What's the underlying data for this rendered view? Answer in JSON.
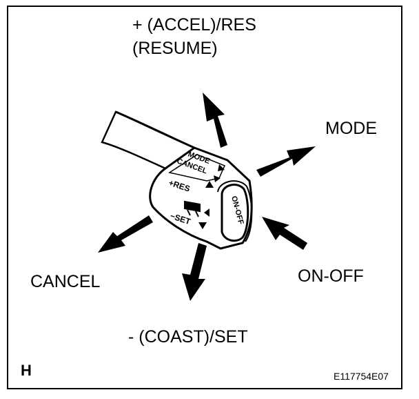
{
  "labels": {
    "accel_line1": "+ (ACCEL)/RES",
    "accel_line2": "(RESUME)",
    "mode": "MODE",
    "cancel": "CANCEL",
    "onoff": "ON-OFF",
    "coast": "- (COAST)/SET",
    "corner_letter": "H",
    "figure_code": "E117754E07"
  },
  "switch_markings": {
    "mode": "MODE",
    "cancel": "CANCEL",
    "res": "+RES",
    "set": "−SET",
    "onoff": "ON-OFF"
  }
}
